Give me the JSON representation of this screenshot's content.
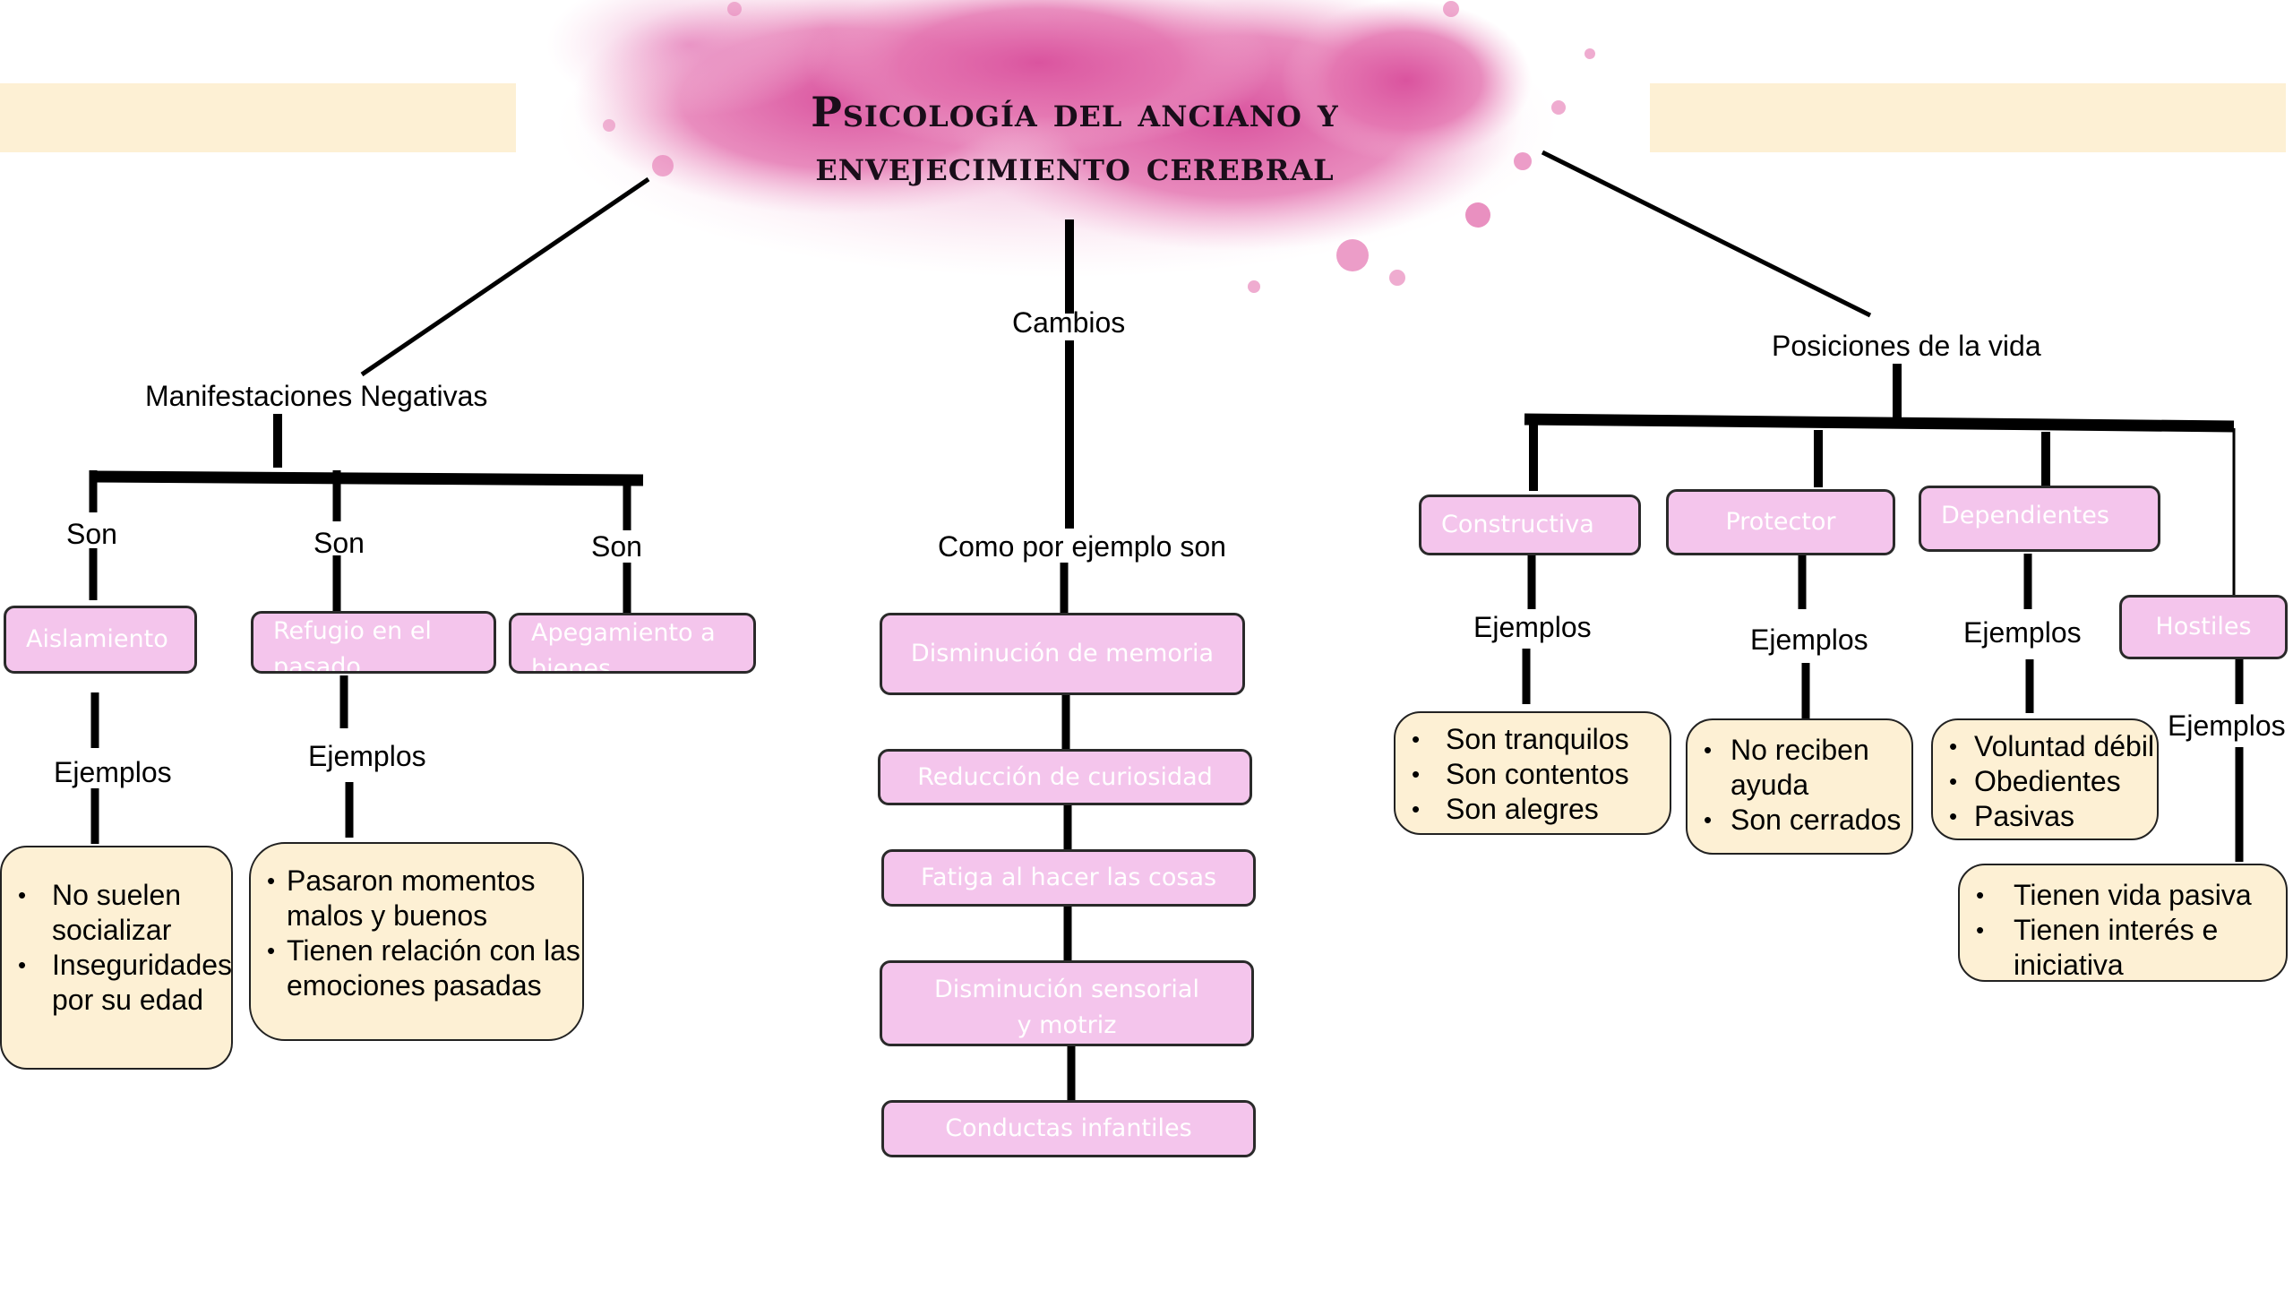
{
  "title": {
    "line1": "Psicología del anciano y",
    "line2": "envejecimiento cerebral"
  },
  "colors": {
    "pink_box": "#f4c5ec",
    "cream_box": "#fdf0d4",
    "splash": "#e474b0",
    "lines": "#000000"
  },
  "branches": {
    "left": {
      "label": "Manifestaciones Negativas",
      "connector_labels": [
        "Son",
        "Son",
        "Son"
      ],
      "items": [
        "Aislamiento",
        "Refugio en el pasado",
        "Apegamiento a bienes"
      ],
      "example_label": "Ejemplos",
      "examples": [
        [
          "No suelen socializar",
          "Inseguridades por su edad"
        ],
        [
          "Pasaron momentos malos y buenos",
          " Tienen relación con las emociones pasadas"
        ]
      ]
    },
    "center": {
      "label": "Cambios",
      "sublabel": "Como por ejemplo son",
      "items": [
        "Disminución de memoria",
        "Reducción de curiosidad",
        "Fatiga al hacer las cosas",
        "Disminución sensorial y motriz",
        "Conductas infantiles"
      ]
    },
    "right": {
      "label": "Posiciones de la vida",
      "items": [
        "Constructiva",
        "Protector",
        "Dependientes",
        "Hostiles"
      ],
      "example_label": "Ejemplos",
      "examples": [
        [
          "Son tranquilos",
          "Son contentos",
          "Son alegres"
        ],
        [
          "No reciben ayuda",
          "Son cerrados"
        ],
        [
          "Voluntad débil",
          "Obedientes",
          "Pasivas"
        ],
        [
          "Tienen vida pasiva",
          "Tienen interés e iniciativa"
        ]
      ]
    }
  }
}
